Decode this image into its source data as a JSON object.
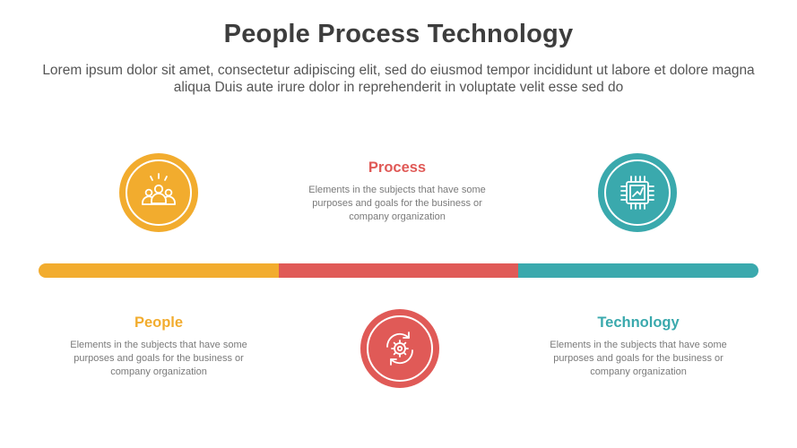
{
  "header": {
    "title": "People Process Technology",
    "subtitle": "Lorem ipsum dolor sit amet, consectetur adipiscing elit, sed do eiusmod tempor incididunt ut labore et dolore magna aliqua Duis aute irure dolor in reprehenderit in voluptate velit esse sed do"
  },
  "colors": {
    "people": "#f2ac2e",
    "process": "#e05a57",
    "technology": "#3aa9ad"
  },
  "items": [
    {
      "key": "people",
      "title": "People",
      "description": "Elements in the subjects that have some purposes and goals for the business or company organization",
      "icon": "people-group-icon"
    },
    {
      "key": "process",
      "title": "Process",
      "description": "Elements in the subjects that have some purposes and goals for the business or company organization",
      "icon": "gear-cycle-icon"
    },
    {
      "key": "technology",
      "title": "Technology",
      "description": "Elements in the subjects that have some purposes and goals for the business or company organization",
      "icon": "cpu-chip-icon"
    }
  ]
}
